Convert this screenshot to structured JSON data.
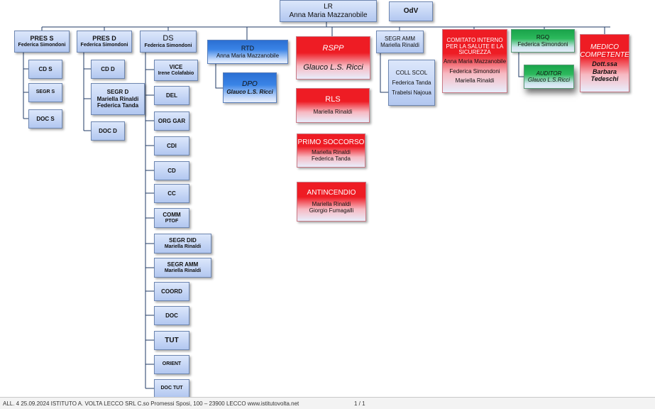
{
  "lr": {
    "title": "LR",
    "name": "Anna Maria Mazzanobile"
  },
  "odv": {
    "title": "OdV"
  },
  "pres_s": {
    "title": "PRES S",
    "name": "Federica Simondoni"
  },
  "pres_s_children": {
    "cd_s": "CD S",
    "segr_s": "SEGR S",
    "doc_s": "DOC S"
  },
  "pres_d": {
    "title": "PRES D",
    "name": "Federica Simondoni"
  },
  "pres_d_children": {
    "cd_d": "CD D",
    "segr_d": "SEGR D",
    "segr_d_name1": "Mariella Rinaldi",
    "segr_d_name2": "Federica Tanda",
    "doc_d": "DOC D"
  },
  "ds": {
    "title": "DS",
    "name": "Federica Simondoni"
  },
  "ds_children": {
    "vice": "VICE",
    "vice_name": "Irene Colafabio",
    "del": "DEL",
    "org_gar": "ORG GAR",
    "cdi": "CDI",
    "cd": "CD",
    "cc": "CC",
    "comm": "COMM",
    "comm_sub": "PTOF",
    "segr_did": "SEGR DID",
    "segr_did_name": "Mariella Rinaldi",
    "segr_amm": "SEGR AMM",
    "segr_amm_name": "Mariella Rinaldi",
    "coord": "COORD",
    "doc": "DOC",
    "tut": "TUT",
    "orient": "ORIENT",
    "doc_tut": "DOC TUT"
  },
  "rtd": {
    "title": "RTD",
    "name": "Anna Maria Mazzanobile"
  },
  "dpo": {
    "title": "DPO",
    "name": "Glauco L.S. Ricci"
  },
  "rspp": {
    "title": "RSPP",
    "name": "Glauco L.S. Ricci"
  },
  "rls": {
    "title": "RLS",
    "name": "Mariella Rinaldi"
  },
  "primo_soccorso": {
    "title": "PRIMO SOCCORSO",
    "name1": "Mariella Rinaldi",
    "name2": "Federica Tanda"
  },
  "antincendio": {
    "title": "ANTINCENDIO",
    "name1": "Mariella Rinaldi",
    "name2": "Giorgio Fumagalli"
  },
  "segr_amm_top": {
    "title": "SEGR AMM",
    "name": "Mariella Rinaldi"
  },
  "coll_scol": {
    "title": "COLL SCOL",
    "name1": "Federica Tanda",
    "name2": "Trabelsi Najoua"
  },
  "comitato": {
    "title": "COMITATO INTERNO PER LA SALUTE E LA SICUREZZA",
    "name1": "Anna Maria Mazzanobile",
    "name2": "Federica Simondoni",
    "name3": "Mariella Rinaldi"
  },
  "rgq": {
    "title": "RGQ",
    "name": "Federica Simondoni"
  },
  "auditor": {
    "title": "AUDITOR",
    "name": "Glauco L.S.Ricci"
  },
  "medico": {
    "title": "MEDICO COMPETENTE",
    "name": "Dott.ssa Barbara Tedeschi"
  },
  "footer": {
    "text": "ALL. 4 25.09.2024 ISTITUTO A. VOLTA LECCO SRL C.so Promessi Sposi, 100 – 23900 LECCO www.istitutovolta.net",
    "page": "1 / 1"
  },
  "colors": {
    "box_blue_light": "#c8d7f5",
    "box_red": "#ee1c24",
    "box_blue_dark": "#2b6fd3",
    "box_green": "#19a34a",
    "line": "#1f3a66"
  }
}
